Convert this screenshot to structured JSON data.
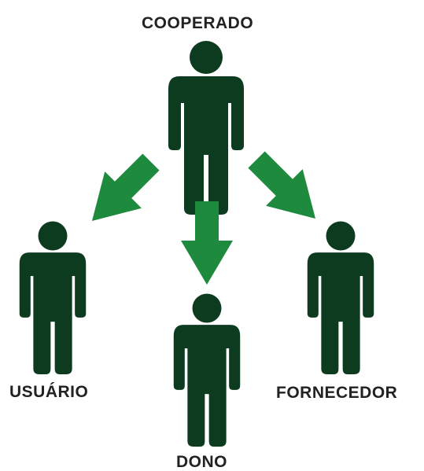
{
  "diagram": {
    "nodes": {
      "top": {
        "label": "COOPERADO"
      },
      "left": {
        "label": "USUÁRIO"
      },
      "bottom": {
        "label": "DONO"
      },
      "right": {
        "label": "FORNECEDOR"
      }
    },
    "edges": [
      {
        "from": "COOPERADO",
        "to": "USUÁRIO"
      },
      {
        "from": "COOPERADO",
        "to": "DONO"
      },
      {
        "from": "COOPERADO",
        "to": "FORNECEDOR"
      }
    ],
    "colors": {
      "person": "#0d3b20",
      "arrow": "#1d8a3e",
      "text": "#222222"
    },
    "icons": [
      "person-icon",
      "arrow-icon"
    ]
  }
}
